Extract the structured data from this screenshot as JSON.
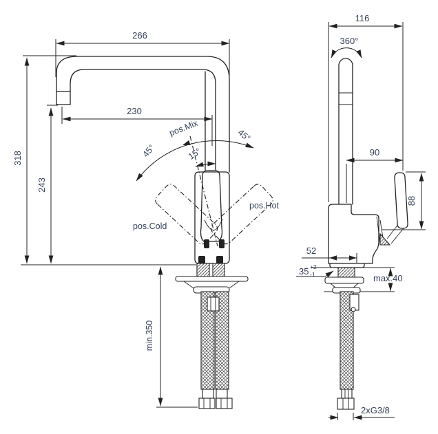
{
  "colors": {
    "line": "#222222",
    "dimension_text": "#343f57",
    "background": "#ffffff"
  },
  "front_view": {
    "dims": {
      "overall_reach": "266",
      "spout_reach": "230",
      "overall_height": "318",
      "outlet_height": "243",
      "hose_min_length": "min.350"
    },
    "angles": {
      "swing_left": "45°",
      "swing_right": "45°",
      "mix_offset": "15°"
    },
    "positions": {
      "mix": "pos.Mix",
      "hot": "pos.Hot",
      "cold": "pos.Cold"
    }
  },
  "side_view": {
    "dims": {
      "overall_depth": "116",
      "swivel": "360°",
      "handle_reach": "90",
      "handle_height": "88",
      "base_depth": "52",
      "hole_diameter": "35",
      "hole_tolerance_plus": "+2",
      "hole_tolerance_minus": "-1",
      "max_deck_thickness": "max.40",
      "supply_connection": "2xG3/8"
    }
  }
}
